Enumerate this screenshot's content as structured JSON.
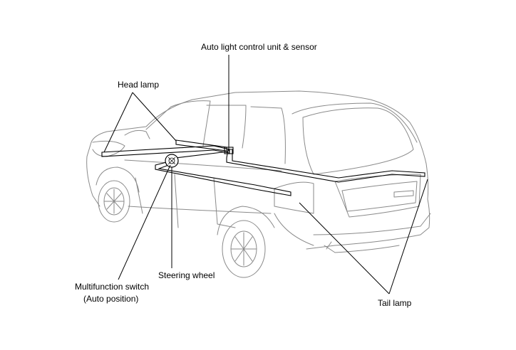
{
  "labels": {
    "auto_light": "Auto light control unit & sensor",
    "head_lamp": "Head lamp",
    "steering_wheel": "Steering wheel",
    "multifunction_switch": "Multifunction switch",
    "auto_position": "(Auto position)",
    "tail_lamp": "Tail lamp"
  },
  "colors": {
    "line": "#000000",
    "outline": "#8a8a8a",
    "background": "#ffffff"
  }
}
